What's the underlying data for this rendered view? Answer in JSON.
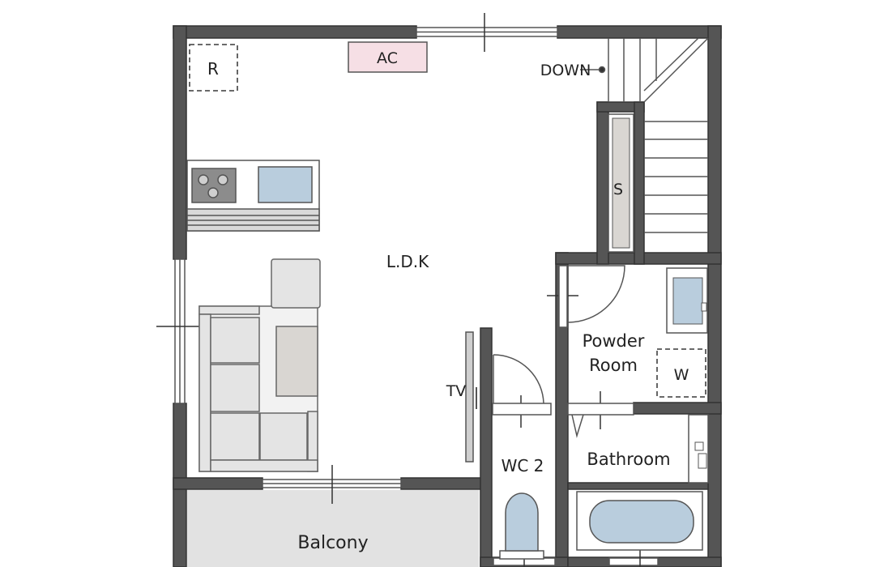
{
  "rooms": {
    "ldk": "L.D.K",
    "powder_room_line1": "Powder",
    "powder_room_line2": "Room",
    "bathroom": "Bathroom",
    "wc": "WC 2",
    "balcony": "Balcony"
  },
  "fixtures": {
    "ac": "AC",
    "refrigerator": "R",
    "storage": "S",
    "washer": "W",
    "tv": "TV",
    "stairs_direction": "DOWN"
  },
  "colors": {
    "wall": "#555555",
    "ac_fill": "#f6dfe5",
    "basin_fill": "#b9cddd",
    "furniture_fill": "#e4e4e4",
    "table_fill": "#d9d6d2",
    "balcony_fill": "#e2e2e2"
  }
}
